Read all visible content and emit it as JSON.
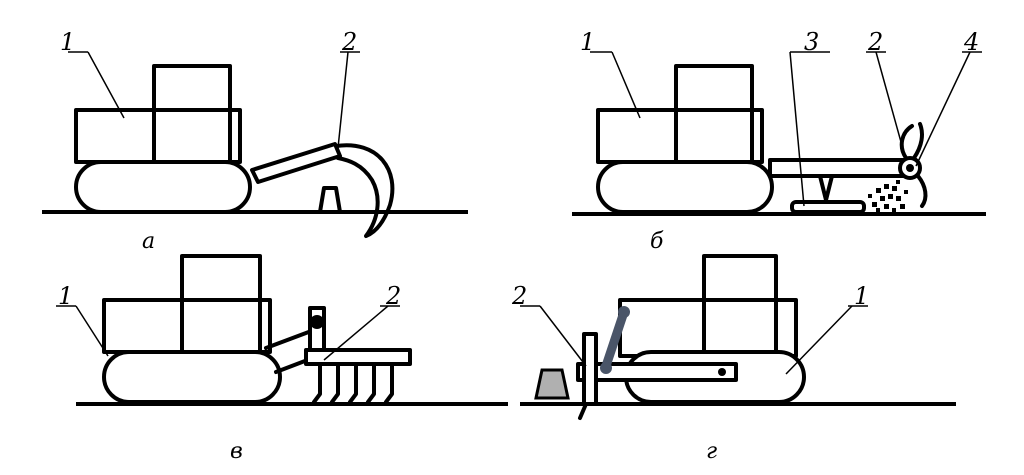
{
  "figure": {
    "panels": [
      {
        "caption": "а",
        "labels": [
          "1",
          "2"
        ]
      },
      {
        "caption": "б",
        "labels": [
          "1",
          "3",
          "2",
          "4"
        ]
      },
      {
        "caption": "в",
        "labels": [
          "1",
          "2"
        ]
      },
      {
        "caption": "г",
        "labels": [
          "2",
          "1"
        ]
      }
    ]
  },
  "colors": {
    "line": "#000000",
    "hydraulic": "#4a5568",
    "stone": "#b0b0b0"
  }
}
